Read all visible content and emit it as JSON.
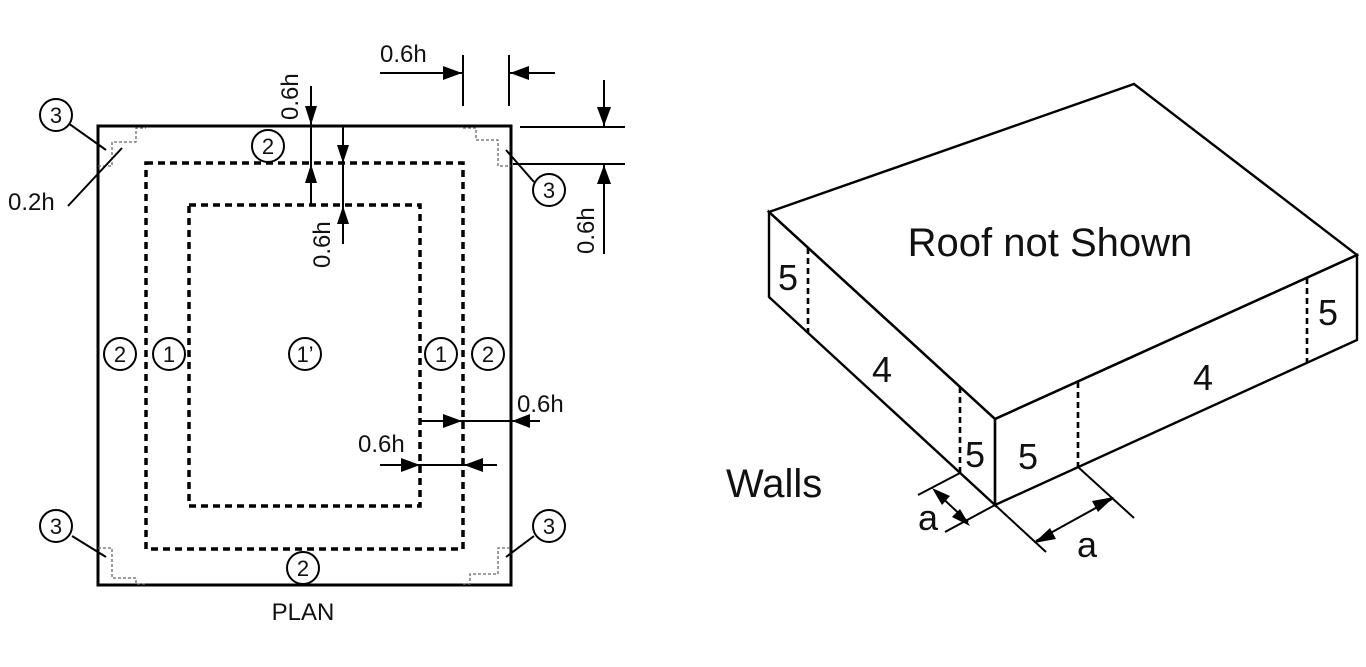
{
  "plan": {
    "caption": "PLAN",
    "zone_labels": {
      "inner_center": "1’",
      "left_1": "1",
      "right_1": "1",
      "left_2": "2",
      "right_2": "2",
      "top_2": "2",
      "bottom_2": "2",
      "corner_tl": "3",
      "corner_tr": "3",
      "corner_bl": "3",
      "corner_br": "3"
    },
    "dimensions": {
      "corner_size": "0.2h",
      "top_outer": "0.6h",
      "top_inner": "0.6h",
      "top_right_horizontal": "0.6h",
      "top_right_vertical": "0.6h",
      "right_outer": "0.6h",
      "right_inner": "0.6h"
    }
  },
  "isometric": {
    "roof_label": "Roof not Shown",
    "walls_label": "Walls",
    "zone_labels": {
      "left_end_5": "5",
      "left_long_4": "4",
      "left_corner_5": "5",
      "front_corner_5": "5",
      "front_long_4": "4",
      "right_end_5": "5"
    },
    "dimension_a_left": "a",
    "dimension_a_bottom": "a"
  }
}
